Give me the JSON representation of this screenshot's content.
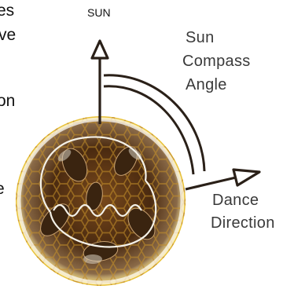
{
  "fragments": {
    "line1": "es",
    "line2": "ve",
    "line3": "on",
    "line4": "e"
  },
  "labels": {
    "sun": "SUN",
    "angle_line1": "Sun",
    "angle_line2": "Compass",
    "angle_line3": "Angle",
    "direction_line1": "Dance",
    "direction_line2": "Direction"
  },
  "colors": {
    "arrow": "#2a2018",
    "honeycomb": "#e8c23a",
    "comb_dark": "#6b3d14",
    "waggle_path": "#f4f1e8"
  },
  "icons": {
    "sun_arrow": "up-arrow-icon",
    "direction_arrow": "right-arrow-icon"
  }
}
